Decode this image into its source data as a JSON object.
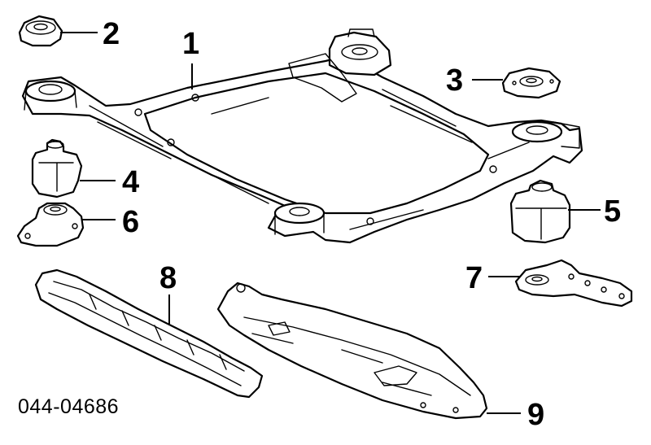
{
  "diagram": {
    "part_code": "044-04686",
    "callouts": [
      {
        "id": "1",
        "label": "1"
      },
      {
        "id": "2",
        "label": "2"
      },
      {
        "id": "3",
        "label": "3"
      },
      {
        "id": "4",
        "label": "4"
      },
      {
        "id": "5",
        "label": "5"
      },
      {
        "id": "6",
        "label": "6"
      },
      {
        "id": "7",
        "label": "7"
      },
      {
        "id": "8",
        "label": "8"
      },
      {
        "id": "9",
        "label": "9"
      }
    ]
  }
}
